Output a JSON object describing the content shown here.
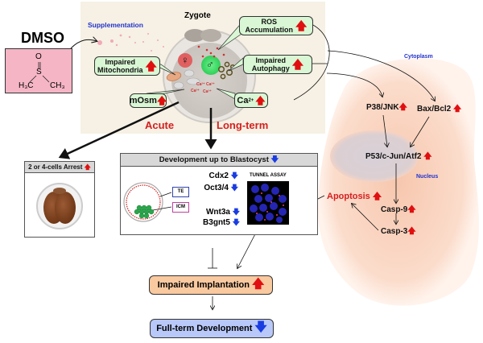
{
  "dmso": {
    "title": "DMSO",
    "atom_o": "O",
    "atom_s": "S",
    "group_left": "H₃C",
    "group_right": "CH₃"
  },
  "zygote_panel": {
    "supplementation": "Supplementation",
    "zygote_label": "Zygote",
    "female_symbol": "♀",
    "male_symbol": "♂",
    "calcium_ions": [
      "Ca²⁺",
      "Ca²⁺",
      "Ca²⁺",
      "Ca²⁺"
    ],
    "callouts": {
      "ros": {
        "line1": "ROS",
        "line2": "Accumulation",
        "trend": "up"
      },
      "mito": {
        "line1": "Impaired",
        "line2": "Mitochondria",
        "trend": "up"
      },
      "autophagy": {
        "line1": "Impaired",
        "line2": "Autophagy",
        "trend": "up"
      },
      "mosm": {
        "label": "mOsm",
        "trend": "up"
      },
      "ca": {
        "label": "Ca",
        "sup": "2+",
        "trend": "up"
      }
    },
    "acute_label": "Acute",
    "longterm_label": "Long-term"
  },
  "arrest_box": {
    "title": "2 or 4-cells Arrest",
    "trend": "up"
  },
  "blastocyst_box": {
    "title": "Development up to Blastocyst",
    "trend": "down",
    "te_label": "TE",
    "icm_label": "ICM",
    "genes_top": [
      {
        "name": "Cdx2",
        "trend": "down"
      },
      {
        "name": "Oct3/4",
        "trend": "down"
      }
    ],
    "genes_bottom": [
      {
        "name": "Wnt3a",
        "trend": "down"
      },
      {
        "name": "B3gnt5",
        "trend": "down"
      }
    ],
    "tunnel_label": "TUNNEL ASSAY"
  },
  "cell_pathway": {
    "cytoplasm_label": "Cytoplasm",
    "nucleus_label": "Nucleus",
    "p38": "P38/JNK",
    "bax": "Bax/Bcl2",
    "p53": "P53/c-Jun/Atf2",
    "casp9": "Casp-9",
    "casp3": "Casp-3",
    "apoptosis": "Apoptosis"
  },
  "outcomes": {
    "implantation": {
      "label": "Impaired Implantation",
      "trend": "up"
    },
    "fullterm": {
      "label": "Full-term Development",
      "trend": "down"
    }
  },
  "colors": {
    "up_arrow": "#e01010",
    "down_arrow": "#1a3ce0",
    "red_label": "#d42020",
    "blue_label": "#2233cc",
    "callout_fill": "#d9f7d4",
    "dmso_fill": "#f5b5c5",
    "implantation_fill": "#f9c9a0",
    "fullterm_fill": "#b8c8f8"
  }
}
